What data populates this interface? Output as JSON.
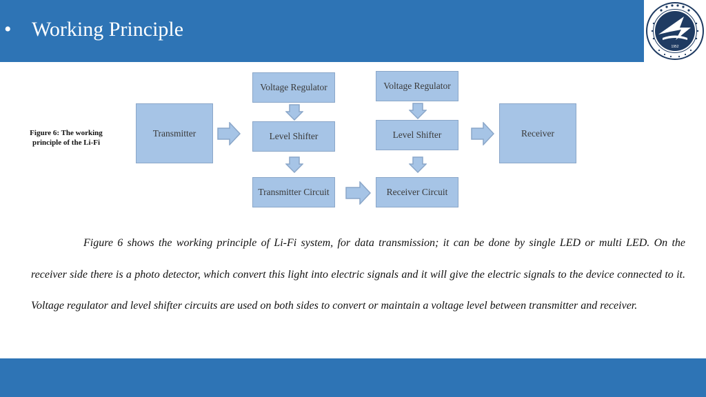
{
  "slide": {
    "title": "Working Principle",
    "bullet": "•"
  },
  "colors": {
    "header_band": "#2e74b5",
    "footer_band": "#2e74b5",
    "box_fill": "#a6c4e6",
    "box_border": "#8aa6c8",
    "logo_navy": "#1f3b62"
  },
  "logo": {
    "icon": "university-seal-icon",
    "year": "1952"
  },
  "figure": {
    "caption": "Figure 6: The working principle of the Li-Fi",
    "blocks": {
      "voltage_regulator_tx": "Voltage Regulator",
      "voltage_regulator_rx": "Voltage Regulator",
      "transmitter": "Transmitter",
      "level_shifter_tx": "Level Shifter",
      "level_shifter_rx": "Level Shifter",
      "receiver": "Receiver",
      "transmitter_circuit": "Transmitter Circuit",
      "receiver_circuit": "Receiver Circuit"
    },
    "arrows": [
      {
        "from": "voltage_regulator_tx",
        "to": "level_shifter_tx"
      },
      {
        "from": "voltage_regulator_rx",
        "to": "level_shifter_rx"
      },
      {
        "from": "transmitter",
        "to": "level_shifter_tx"
      },
      {
        "from": "level_shifter_rx",
        "to": "receiver"
      },
      {
        "from": "level_shifter_tx",
        "to": "transmitter_circuit"
      },
      {
        "from": "level_shifter_rx",
        "to": "receiver_circuit"
      },
      {
        "from": "transmitter_circuit",
        "to": "receiver_circuit"
      }
    ]
  },
  "body": {
    "paragraph": "Figure 6 shows the working principle of Li-Fi system, for data transmission; it can be done by single LED or multi LED. On the receiver side there is a photo detector, which convert this light into electric signals and it will give the electric signals to the device connected to it. Voltage regulator and level shifter circuits are used on both sides to convert or maintain a voltage level between transmitter and receiver."
  }
}
